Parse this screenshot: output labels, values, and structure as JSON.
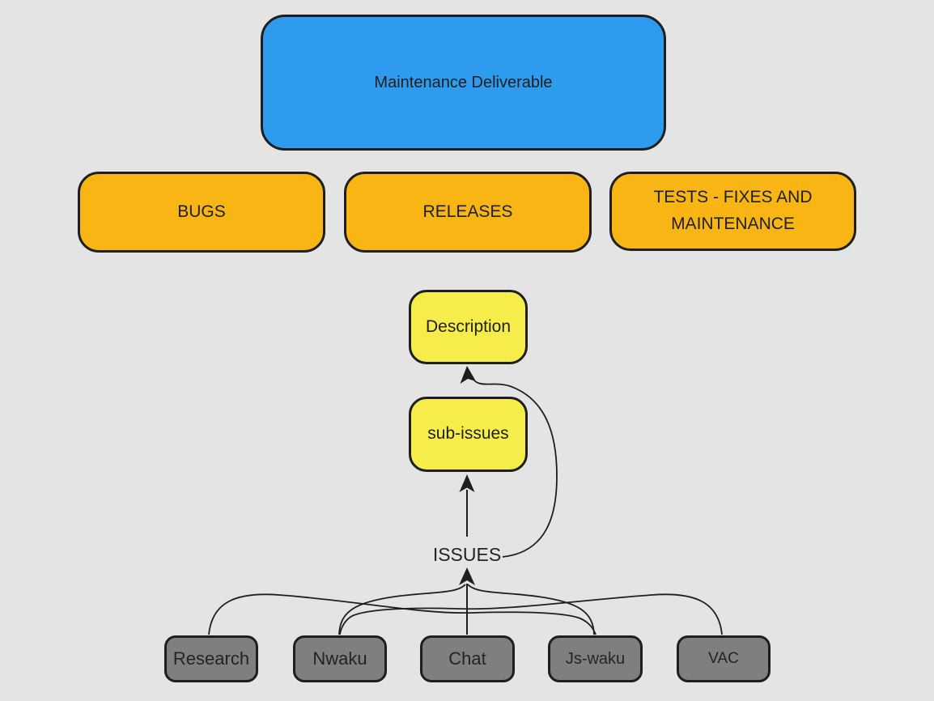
{
  "palette": {
    "background": "#e4e4e4",
    "root_fill": "#2f9bee",
    "category_fill": "#f8b513",
    "detail_fill": "#f6ed4b",
    "source_fill": "#7f7f7f",
    "stroke": "#1e1e1e"
  },
  "diagram": {
    "root": {
      "label": "Maintenance Deliverable"
    },
    "categories": [
      {
        "label": "BUGS"
      },
      {
        "label": "RELEASES"
      },
      {
        "label": "TESTS - FIXES AND MAINTENANCE"
      }
    ],
    "details": [
      {
        "label": "Description"
      },
      {
        "label": "sub-issues"
      }
    ],
    "hub_label": "ISSUES",
    "sources": [
      {
        "label": "Research"
      },
      {
        "label": "Nwaku"
      },
      {
        "label": "Chat"
      },
      {
        "label": "Js-waku"
      },
      {
        "label": "VAC"
      }
    ]
  }
}
